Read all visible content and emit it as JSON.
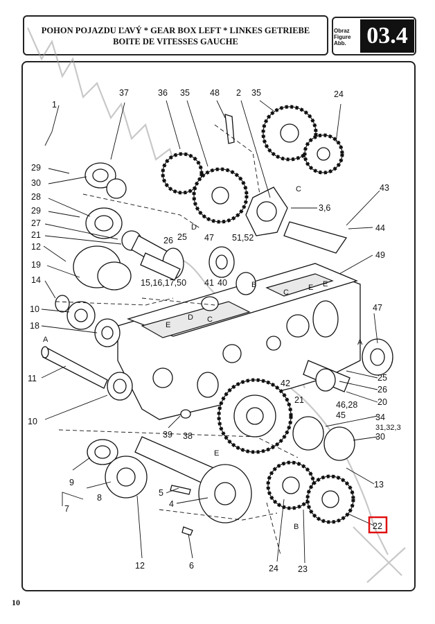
{
  "header": {
    "title_line1": "POHON POJAZDU ĽAVÝ * GEAR BOX LEFT * LINKES GETRIEBE",
    "title_line2": "BOITE DE VITESSES GAUCHE",
    "figure_label_1": "Obraz",
    "figure_label_2": "Figure",
    "figure_label_3": "Abb.",
    "figure_number": "03.4"
  },
  "page_number": "10",
  "callouts": {
    "c1": "1",
    "c37": "37",
    "c36": "36",
    "c35a": "35",
    "c48": "48",
    "c2": "2",
    "c35b": "35",
    "c24a": "24",
    "c29a": "29",
    "c30a": "30",
    "c28": "28",
    "c29b": "29",
    "c27": "27",
    "c21a": "21",
    "c12a": "12",
    "c19": "19",
    "c14": "14",
    "c10a": "10",
    "c18": "18",
    "c11": "11",
    "c10b": "10",
    "c43": "43",
    "c44": "44",
    "c49": "49",
    "c36b": "3,6",
    "c26a": "26",
    "c25a": "25",
    "c47a": "47",
    "c5152": "51,52",
    "c15": "15,16,17,50",
    "c41": "41",
    "c40": "40",
    "c47b": "47",
    "c25b": "25",
    "c26b": "26",
    "c20": "20",
    "c42": "42",
    "c21b": "21",
    "c4628": "46,28",
    "c45": "45",
    "c34": "34",
    "c3132": "31,32,3",
    "c30b": "30",
    "c39": "39",
    "c38": "38",
    "c9": "9",
    "c8": "8",
    "c7": "7",
    "c5": "5",
    "c4": "4",
    "c13": "13",
    "c22": "22",
    "c12b": "12",
    "c6": "6",
    "c24b": "24",
    "c23": "23"
  },
  "section_letters": {
    "A1": "A",
    "A2": "A",
    "B1": "B",
    "B2": "B",
    "C1": "C",
    "C2": "C",
    "C3": "C",
    "D1": "D",
    "D2": "D",
    "E1": "E",
    "E2": "E",
    "E3": "E",
    "E4": "E"
  },
  "highlight_color": "#e01010"
}
